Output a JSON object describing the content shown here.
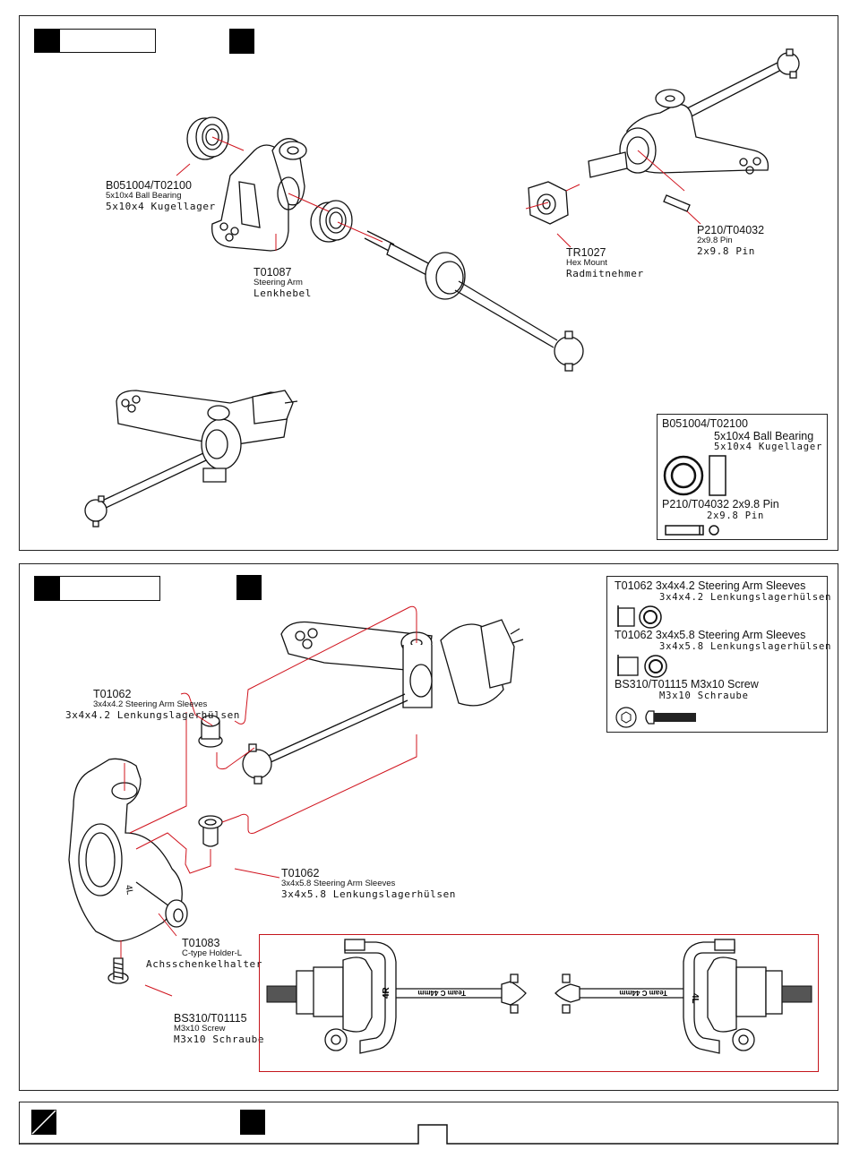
{
  "page": {
    "step_top": {
      "callouts": [
        {
          "part": "B051004/T02100",
          "en": "5x10x4 Ball Bearing",
          "de": "5x10x4 Kugellager"
        },
        {
          "part": "T01087",
          "en": "Steering Arm",
          "de": "Lenkhebel"
        },
        {
          "part": "TR1027",
          "en": "Hex Mount",
          "de": "Radmitnehmer"
        },
        {
          "part": "P210/T04032",
          "en": "2x9.8 Pin",
          "de": "2x9.8 Pin"
        }
      ],
      "legend": {
        "items": [
          {
            "part": "B051004/T02100",
            "en": "5x10x4 Ball Bearing",
            "de": "5x10x4 Kugellager"
          },
          {
            "title": "P210/T04032 2x9.8 Pin",
            "de": "2x9.8 Pin"
          }
        ]
      }
    },
    "step_bottom": {
      "callouts": [
        {
          "part": "T01062",
          "en": "3x4x4.2 Steering Arm Sleeves",
          "de": "3x4x4.2 Lenkungslagerhülsen"
        },
        {
          "part": "T01062",
          "en": "3x4x5.8 Steering Arm Sleeves",
          "de": "3x4x5.8 Lenkungslagerhülsen"
        },
        {
          "part": "T01083",
          "en": "C-type Holder-L",
          "de": "Achsschenkelhalter"
        },
        {
          "part": "BS310/T01115",
          "en": "M3x10 Screw",
          "de": "M3x10 Schraube"
        }
      ],
      "legend": {
        "items": [
          {
            "title": "T01062 3x4x4.2 Steering Arm Sleeves",
            "de": "3x4x4.2 Lenkungslagerhülsen"
          },
          {
            "title": "T01062 3x4x5.8 Steering Arm Sleeves",
            "de": "3x4x5.8 Lenkungslagerhülsen"
          },
          {
            "title": "BS310/T01115 M3x10 Screw",
            "de": "M3x10 Schraube"
          }
        ]
      },
      "inset": {
        "left_marks": [
          "4R",
          "Team C 44mm"
        ],
        "right_marks": [
          "4L",
          "Team C 44mm"
        ]
      }
    },
    "colors": {
      "callout_line": "#d0141e",
      "inset_border": "#c4161c",
      "line_art": "#111111"
    }
  }
}
